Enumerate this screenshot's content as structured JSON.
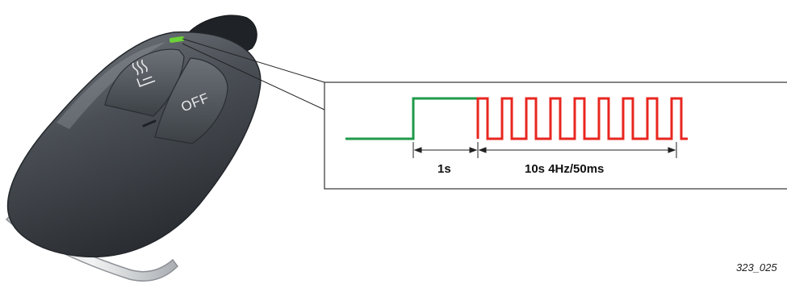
{
  "remote": {
    "off_label": "OFF",
    "heat_icon": "seat-heating-icon",
    "led_color": "#6cd13a"
  },
  "signal": {
    "interval_on_label": "1s",
    "interval_blink_label": "10s 4Hz/50ms",
    "color_on": "#1f9a4a",
    "color_blink": "#e8261f"
  },
  "figure_id": "323_025"
}
